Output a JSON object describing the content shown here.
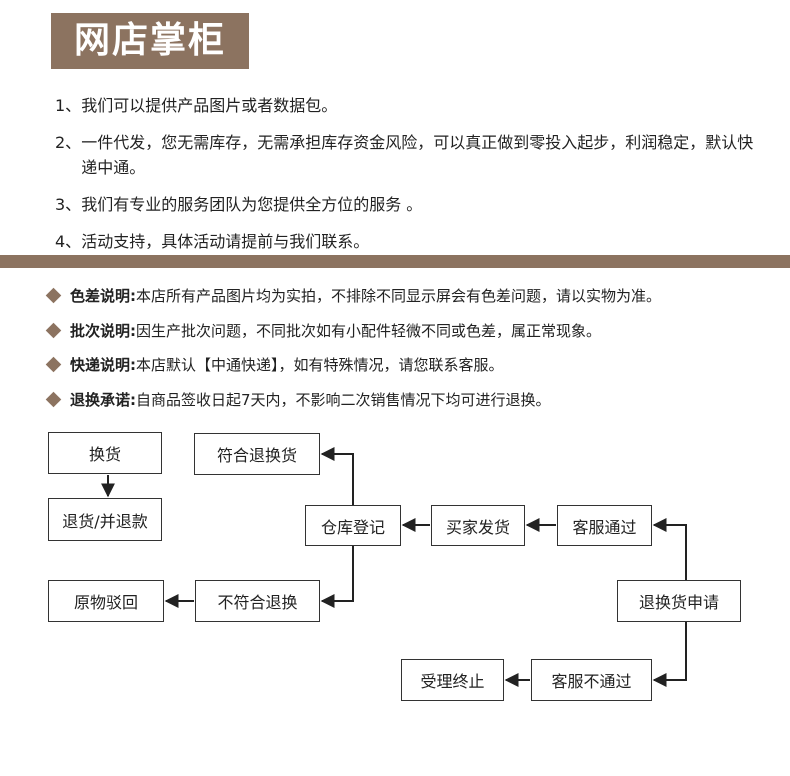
{
  "header": {
    "title": "网店掌柜"
  },
  "notes": [
    {
      "num": "1、",
      "text": "我们可以提供产品图片或者数据包。"
    },
    {
      "num": "2、",
      "text": "一件代发，您无需库存，无需承担库存资金风险，可以真正做到零投入起步，利润稳定，默认快递中通。"
    },
    {
      "num": "3、",
      "text": "我们有专业的服务团队为您提供全方位的服务 。"
    },
    {
      "num": "4、",
      "text": "活动支持，具体活动请提前与我们联系。"
    }
  ],
  "policies": [
    {
      "label": "色差说明:",
      "text": " 本店所有产品图片均为实拍，不排除不同显示屏会有色差问题，请以实物为准。"
    },
    {
      "label": "批次说明:",
      "text": " 因生产批次问题，不同批次如有小配件轻微不同或色差，属正常现象。"
    },
    {
      "label": "快递说明:",
      "text": " 本店默认【中通快递】，如有特殊情况，请您联系客服。"
    },
    {
      "label": "退换承诺:",
      "text": "自商品签收日起7天内，不影响二次销售情况下均可进行退换。"
    }
  ],
  "flowchart": {
    "exchange": "换货",
    "refund": "退货/并退款",
    "eligible": "符合退换货",
    "warehouse": "仓库登记",
    "buyer_ship": "买家发货",
    "cs_approve": "客服通过",
    "apply": "退换货申请",
    "return_orig": "原物驳回",
    "not_eligible": "不符合退换",
    "terminate": "受理终止",
    "cs_reject": "客服不通过"
  },
  "colors": {
    "accent": "#8c7360",
    "line": "#222222"
  }
}
